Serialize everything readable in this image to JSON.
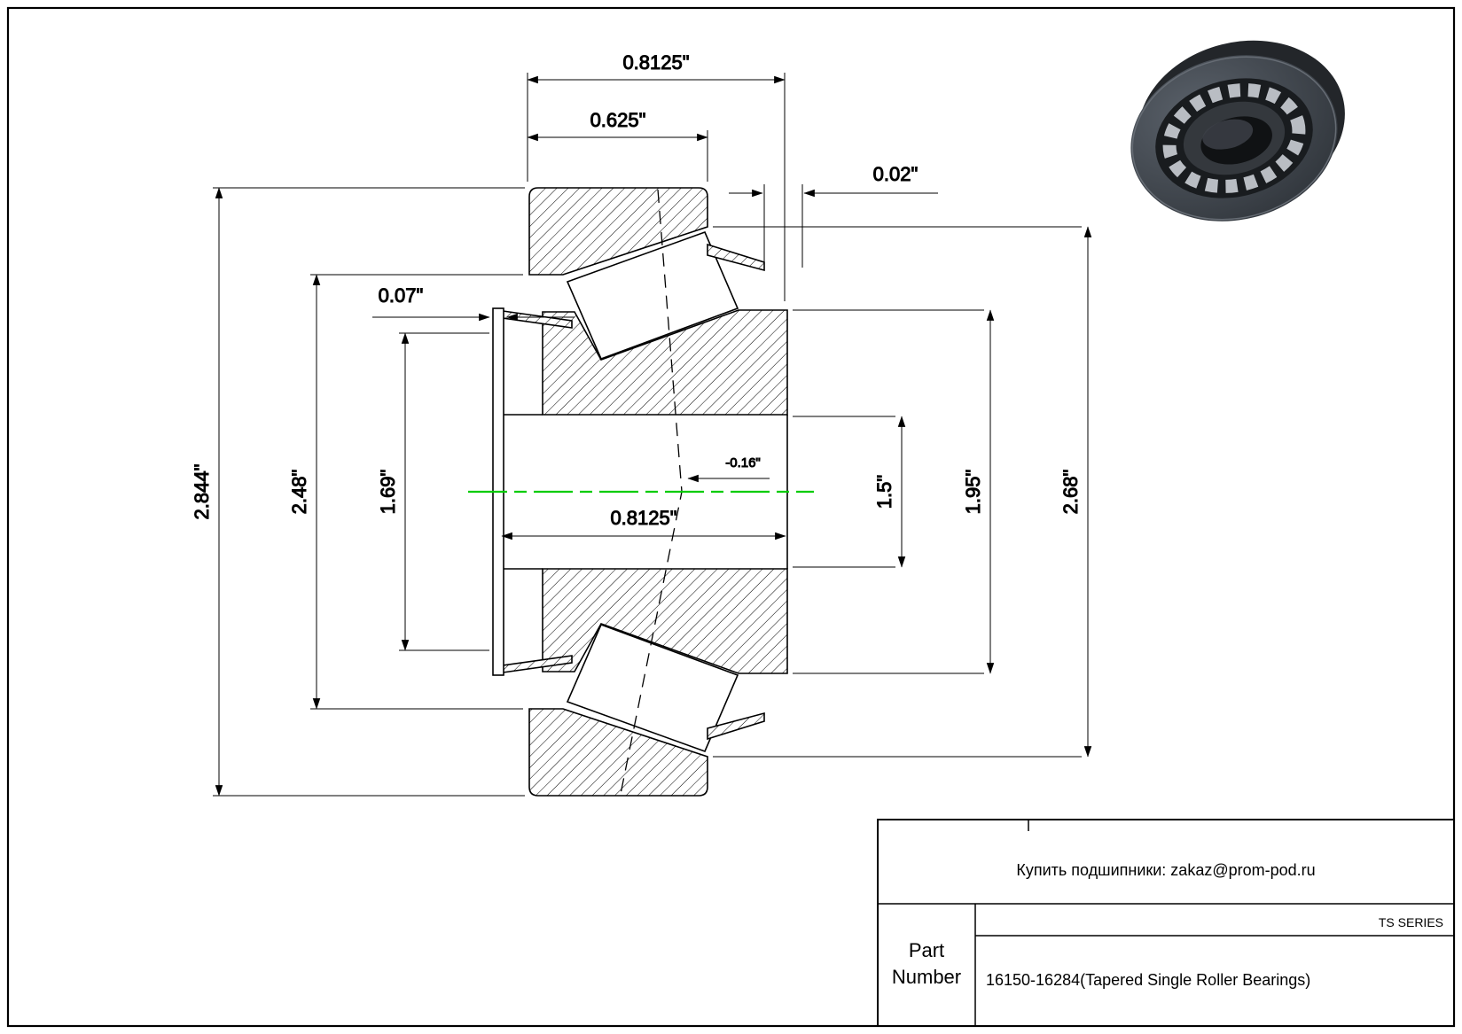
{
  "drawing": {
    "dims": {
      "top_width": "0.8125\"",
      "cup_width": "0.625\"",
      "gap": "0.02\"",
      "lip": "0.07\"",
      "height_outer": "2.844\"",
      "height_mid": "2.48\"",
      "height_inner": "1.69\"",
      "bottom_width": "0.8125\"",
      "offset": "-0.16\"",
      "bore": "1.5\"",
      "height_cone": "1.95\"",
      "height_cup": "2.68\""
    },
    "centerline_color": "#00cc00"
  },
  "title_block": {
    "contact": "Купить подшипники: zakaz@prom-pod.ru",
    "series": "TS SERIES",
    "part_label_line1": "Part",
    "part_label_line2": "Number",
    "part_number": "16150-16284(Tapered Single Roller Bearings)"
  }
}
